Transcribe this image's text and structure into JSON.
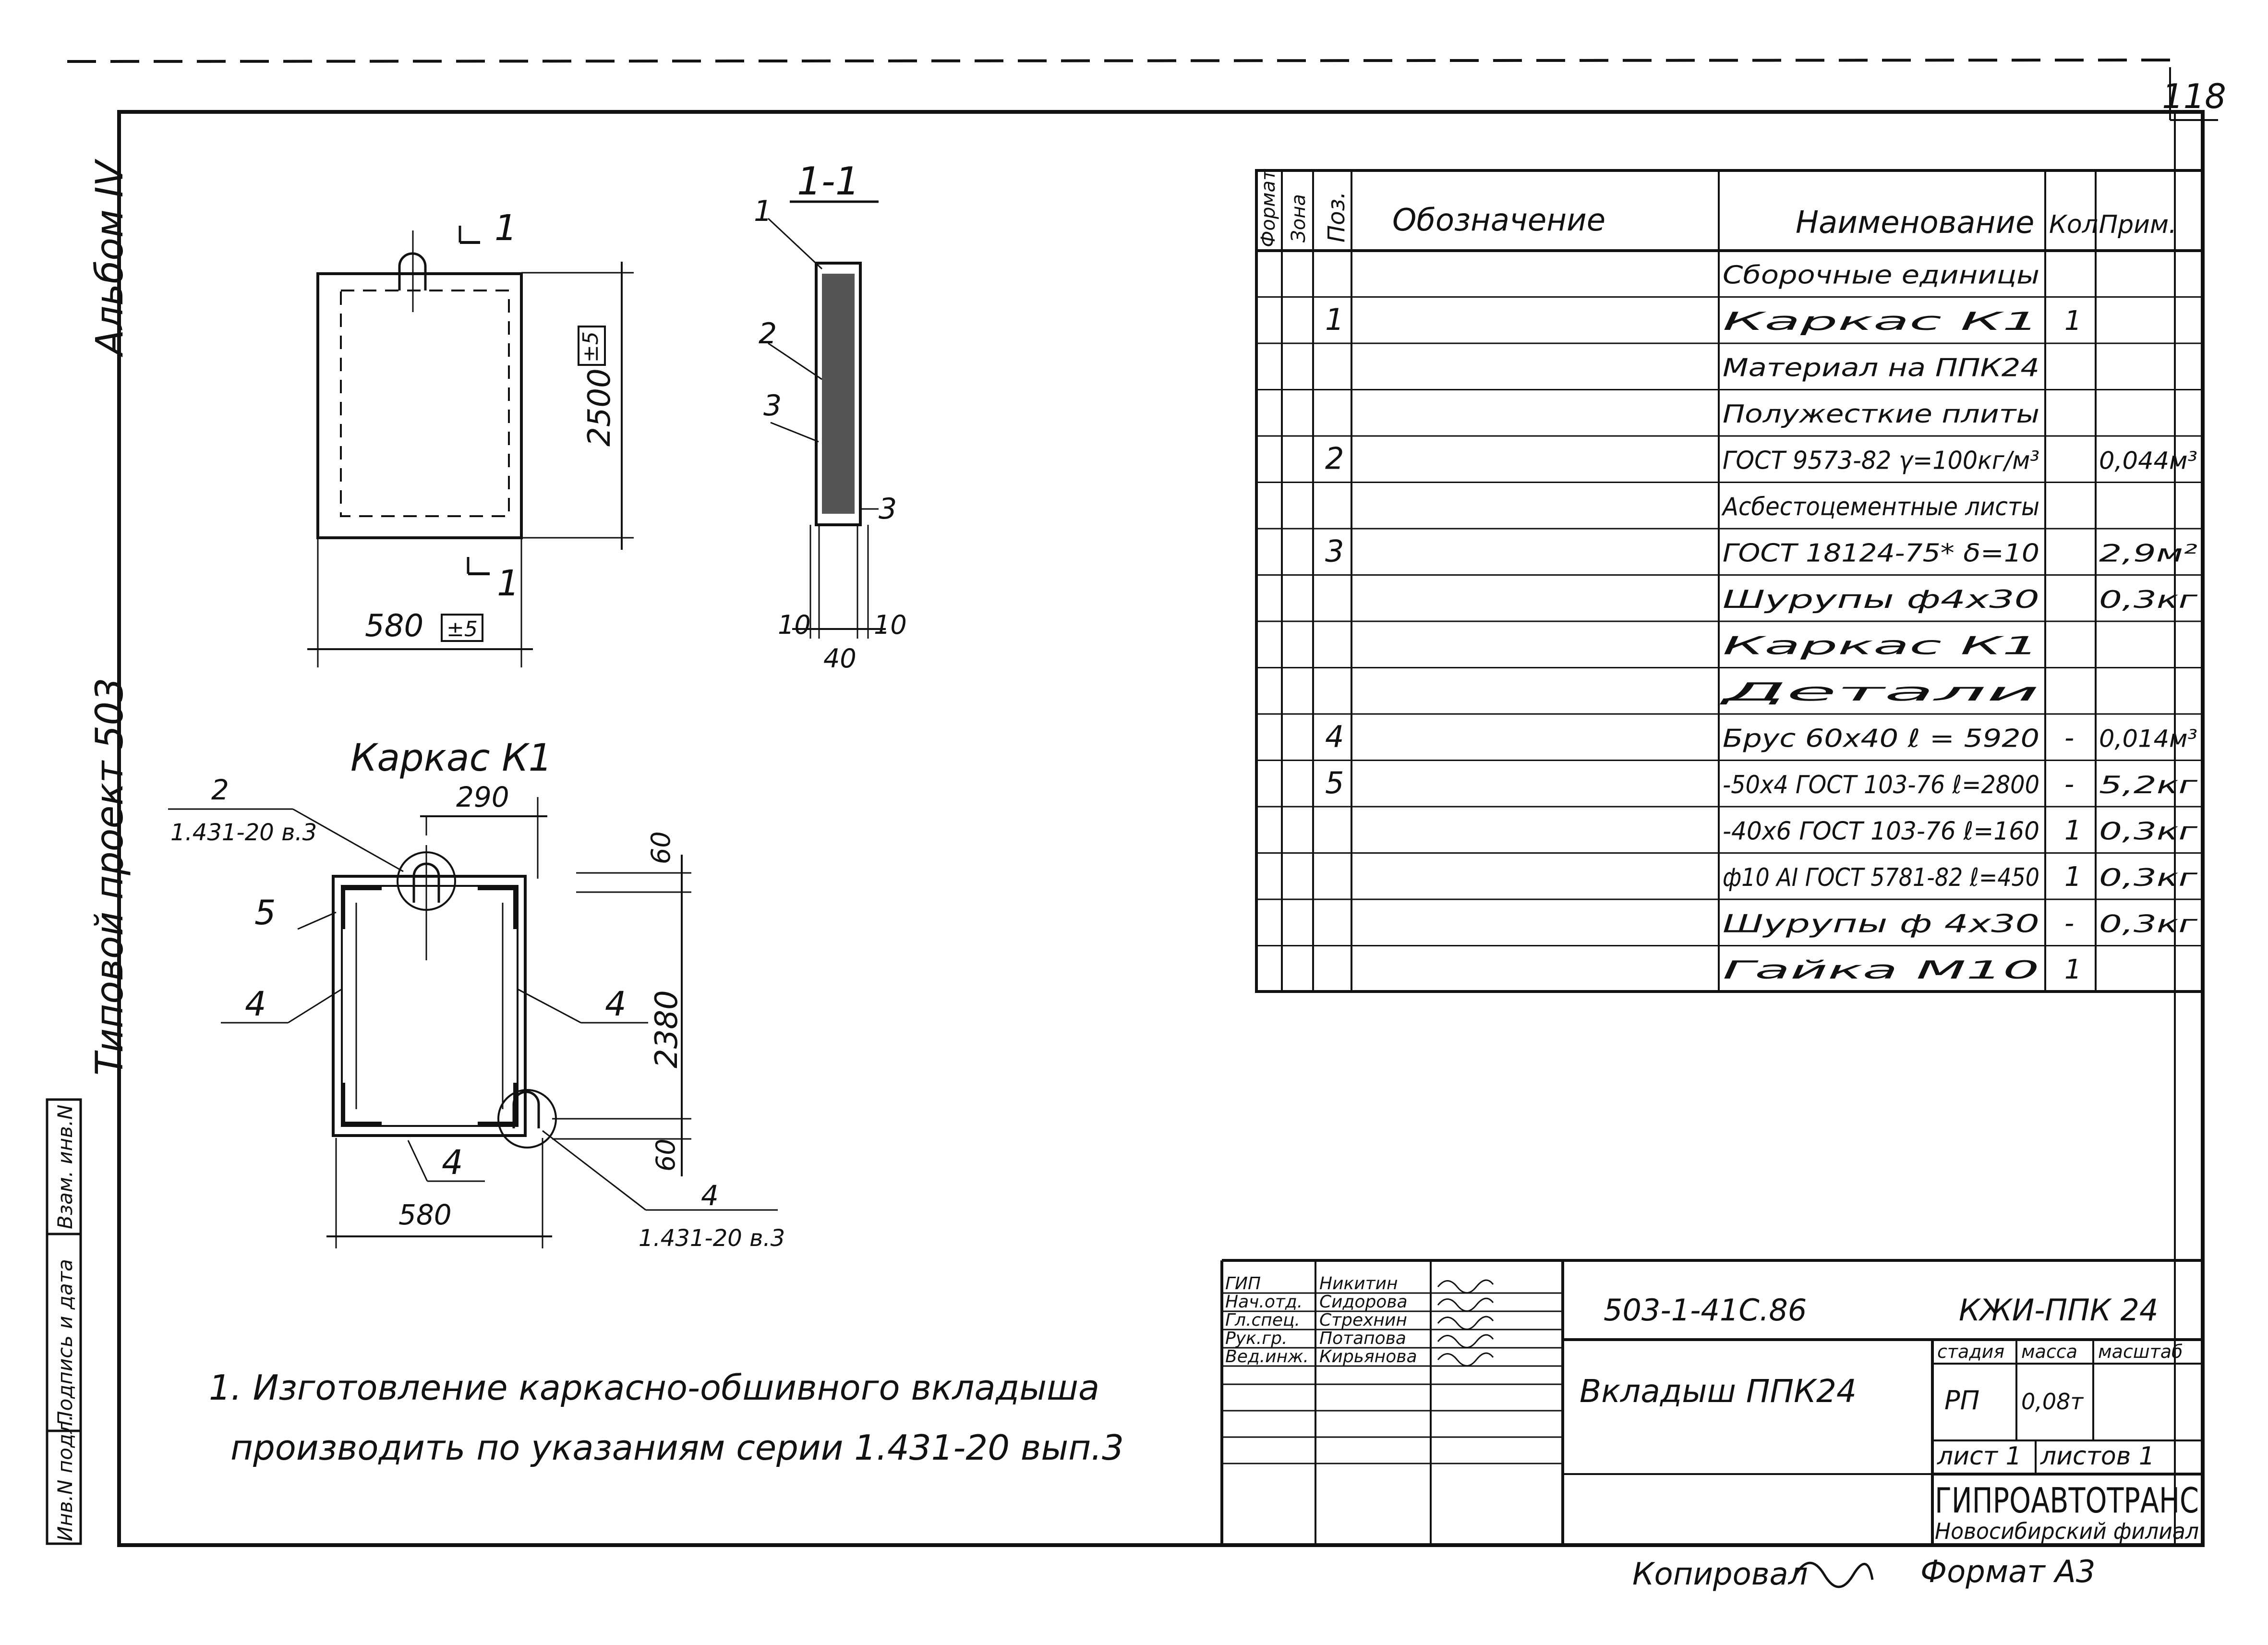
{
  "sheet": {
    "page_number": "118",
    "album": "Альбом IV",
    "project": "Типовой проект 503",
    "copied_label": "Копировал",
    "format_label": "Формат А3"
  },
  "left_stamp": [
    "Инв.N подл.",
    "Подпись и дата",
    "Взам. инв.N"
  ],
  "view_main": {
    "section_mark": "1",
    "dim_height": "2500",
    "dim_height_tol": "±5",
    "dim_width": "580",
    "dim_width_tol": "±5"
  },
  "section_view": {
    "title": "1-1",
    "callouts": [
      "1",
      "2",
      "3",
      "3"
    ],
    "dims": [
      "10",
      "40",
      "10"
    ]
  },
  "frame_view": {
    "title": "Каркас К1",
    "ref_top_pos": "2",
    "ref_top_doc": "1.431-20 в.3",
    "ref_bottom_pos": "4",
    "ref_bottom_doc": "1.431-20 в.3",
    "pos_labels": [
      "5",
      "4",
      "4",
      "4"
    ],
    "dim_top": "290",
    "dim_60_top": "60",
    "dim_2380": "2380",
    "dim_60_bottom": "60",
    "dim_580": "580"
  },
  "spec_table": {
    "headers": [
      "Формат",
      "Зона",
      "Поз.",
      "Обозначение",
      "Наименование",
      "Кол.",
      "Прим."
    ],
    "rows": [
      {
        "pos": "",
        "name": "Сборочные единицы",
        "qty": "",
        "note": ""
      },
      {
        "pos": "1",
        "name": "Каркас К1",
        "qty": "1",
        "note": ""
      },
      {
        "pos": "",
        "name": "Материал на ППК24",
        "qty": "",
        "note": ""
      },
      {
        "pos": "",
        "name": "Полужесткие плиты",
        "qty": "",
        "note": ""
      },
      {
        "pos": "2",
        "name": "ГОСТ 9573-82 γ=100кг/м³",
        "qty": "",
        "note": "0,044м³"
      },
      {
        "pos": "",
        "name": "Асбестоцементные листы",
        "qty": "",
        "note": ""
      },
      {
        "pos": "3",
        "name": "ГОСТ 18124-75* δ=10",
        "qty": "",
        "note": "2,9м²"
      },
      {
        "pos": "",
        "name": "Шурупы ф4х30",
        "qty": "",
        "note": "0,3кг"
      },
      {
        "pos": "",
        "name": "Каркас К1",
        "qty": "",
        "note": ""
      },
      {
        "pos": "",
        "name": "Детали",
        "qty": "",
        "note": ""
      },
      {
        "pos": "4",
        "name": "Брус 60х40 ℓ = 5920",
        "qty": "-",
        "note": "0,014м³"
      },
      {
        "pos": "5",
        "name": "-50х4 ГОСТ 103-76 ℓ=2800",
        "qty": "-",
        "note": "5,2кг"
      },
      {
        "pos": "",
        "name": "-40х6 ГОСТ 103-76 ℓ=160",
        "qty": "1",
        "note": "0,3кг"
      },
      {
        "pos": "",
        "name": "ф10 AI ГОСТ 5781-82 ℓ=450",
        "qty": "1",
        "note": "0,3кг"
      },
      {
        "pos": "",
        "name": "Шурупы ф 4х30",
        "qty": "-",
        "note": "0,3кг"
      },
      {
        "pos": "",
        "name": "Гайка М10",
        "qty": "1",
        "note": ""
      }
    ]
  },
  "note": {
    "line1": "1. Изготовление  каркасно-обшивного вкладыша",
    "line2": "производить по указаниям серии 1.431-20 вып.3"
  },
  "title_block": {
    "signers": [
      {
        "role": "ГИП",
        "name": "Никитин"
      },
      {
        "role": "Нач.отд.",
        "name": "Сидорова"
      },
      {
        "role": "Гл.спец.",
        "name": "Стрехнин"
      },
      {
        "role": "Рук.гр.",
        "name": "Потапова"
      },
      {
        "role": "Вед.инж.",
        "name": "Кирьянова"
      }
    ],
    "doc_code": "503-1-41С.86",
    "mark": "КЖИ-ППК 24",
    "item_name": "Вкладыш ППК24",
    "stage_label": "стадия",
    "mass_label": "масса",
    "scale_label": "масштаб",
    "stage": "РП",
    "mass": "0,08т",
    "sheet_label": "лист 1",
    "sheets_label": "листов 1",
    "org": "ГИПРОАВТОТРАНС",
    "branch": "Новосибирский филиал"
  }
}
